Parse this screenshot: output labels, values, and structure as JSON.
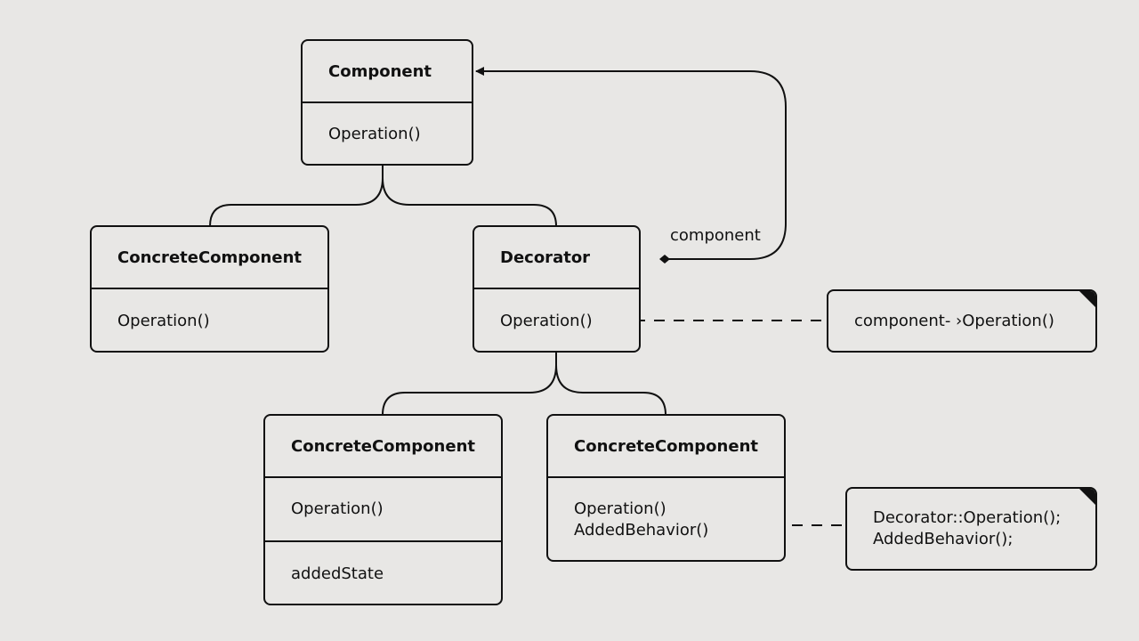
{
  "diagram": {
    "classes": {
      "component": {
        "name": "Component",
        "operations": [
          "Operation()"
        ]
      },
      "concrete_component": {
        "name": "ConcreteComponent",
        "operations": [
          "Operation()"
        ]
      },
      "decorator": {
        "name": "Decorator",
        "operations": [
          "Operation()"
        ]
      },
      "concrete_decorator_a": {
        "name": "ConcreteComponent",
        "operations": [
          "Operation()"
        ],
        "attributes": [
          "addedState"
        ]
      },
      "concrete_decorator_b": {
        "name": "ConcreteComponent",
        "operations": [
          "Operation()",
          "AddedBehavior()"
        ]
      }
    },
    "notes": {
      "decorator_note": "component- ›Operation()",
      "concrete_b_note": [
        "Decorator::Operation();",
        "AddedBehavior();"
      ]
    },
    "association": {
      "label": "component"
    }
  }
}
